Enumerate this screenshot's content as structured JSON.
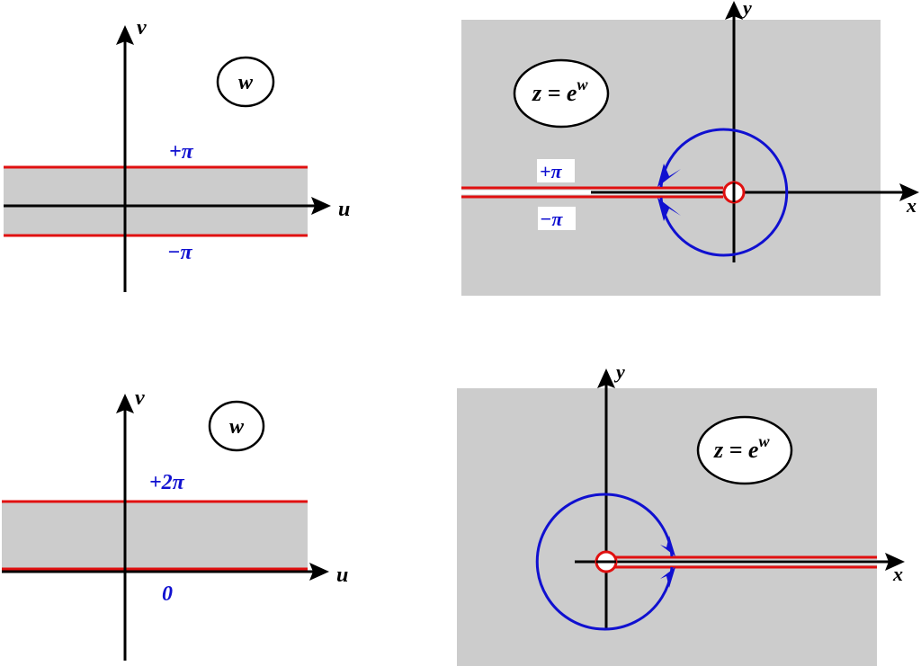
{
  "panels": {
    "w_strip_symmetric": {
      "axis_x": "u",
      "axis_y": "v",
      "plane_label": "w",
      "upper_line": "+π",
      "lower_line": "−π"
    },
    "z_plane_cut_negative": {
      "axis_x": "x",
      "axis_y": "y",
      "map_label": "z = e",
      "map_exp": "w",
      "upper_edge": "+π",
      "lower_edge": "−π"
    },
    "w_strip_positive": {
      "axis_x": "u",
      "axis_y": "v",
      "plane_label": "w",
      "upper_line": "+2π",
      "lower_line": "0"
    },
    "z_plane_cut_positive": {
      "axis_x": "x",
      "axis_y": "y",
      "map_label": "z = e",
      "map_exp": "w"
    }
  },
  "colors": {
    "region": "#cccccc",
    "cut": "#e01010",
    "contour": "#1010d0",
    "axis": "#000000",
    "label": "#1010d0"
  }
}
